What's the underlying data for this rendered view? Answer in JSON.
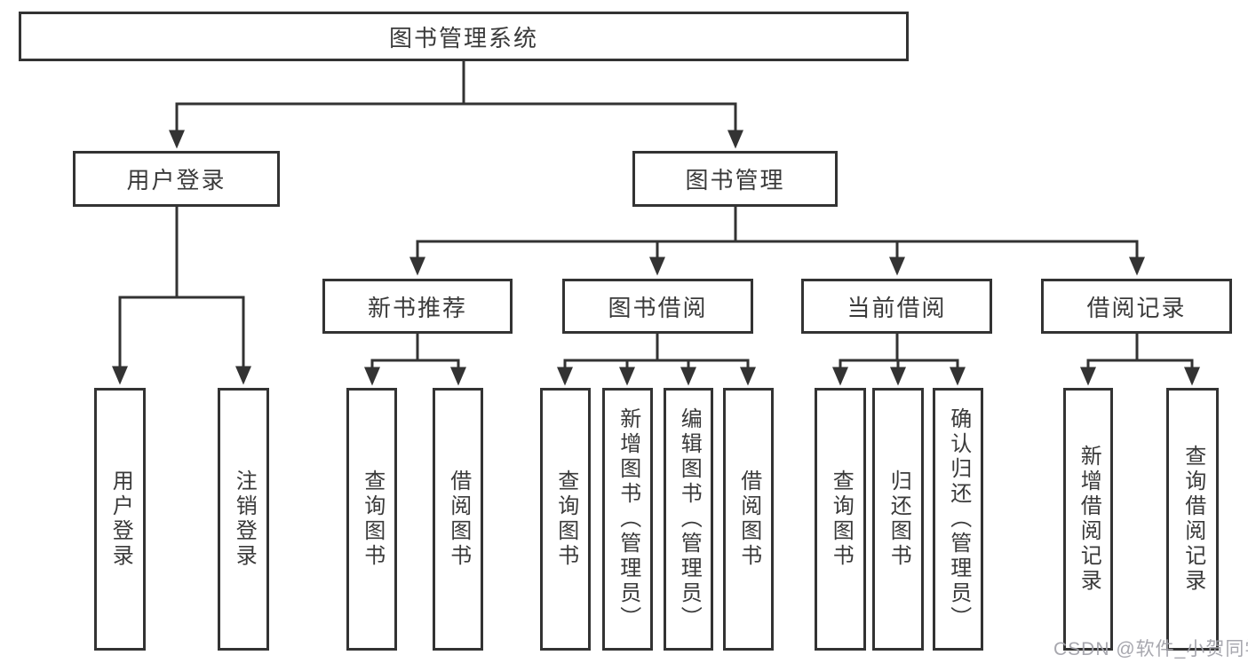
{
  "diagram": {
    "watermark": "CSDN @软件_小贺同学",
    "nodes": {
      "root": "图书管理系统",
      "user_login": "用户登录",
      "book_mgmt": "图书管理",
      "new_books": "新书推荐",
      "book_borrow": "图书借阅",
      "current_borrow": "当前借阅",
      "borrow_records": "借阅记录",
      "leaf_user_login": "用户登录",
      "leaf_logout": "注销登录",
      "leaf_nb_query": "查询图书",
      "leaf_nb_borrow": "借阅图书",
      "leaf_bb_query": "查询图书",
      "leaf_bb_add": "新增图书（管理员）",
      "leaf_bb_edit": "编辑图书（管理员）",
      "leaf_bb_borrow": "借阅图书",
      "leaf_cb_query": "查询图书",
      "leaf_cb_return": "归还图书",
      "leaf_cb_confirm": "确认归还（管理员）",
      "leaf_br_add": "新增借阅记录",
      "leaf_br_query": "查询借阅记录"
    }
  }
}
